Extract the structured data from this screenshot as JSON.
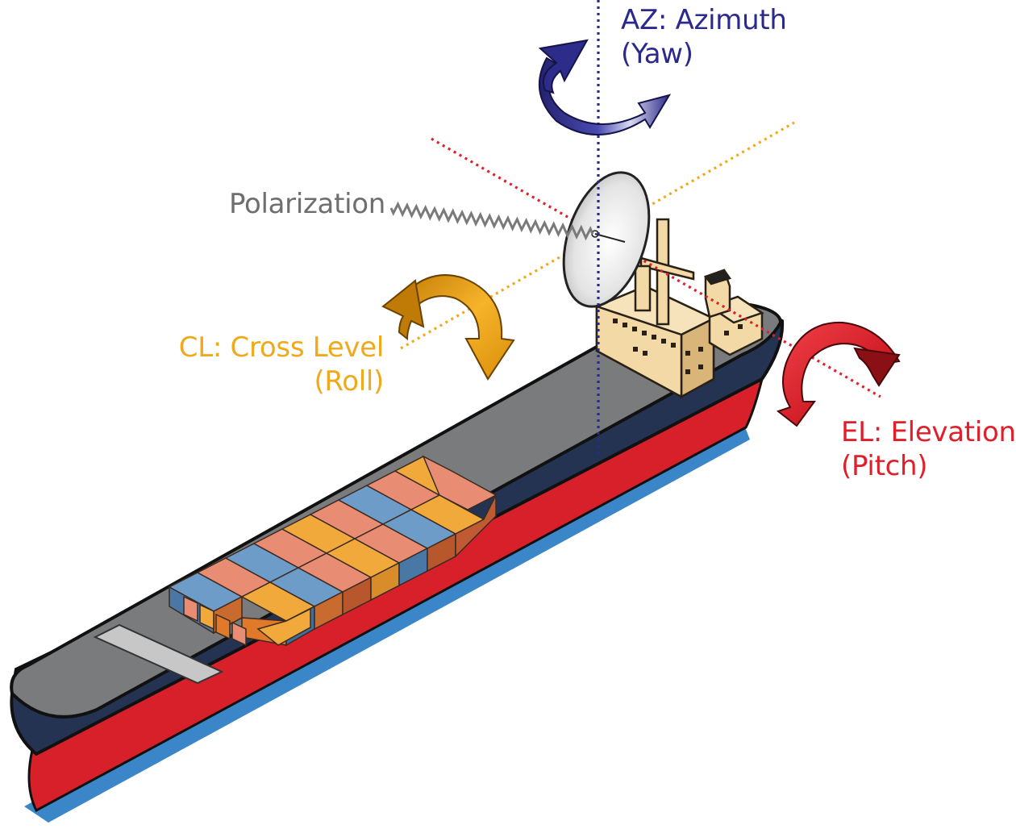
{
  "labels": {
    "azimuth": {
      "line1": "AZ: Azimuth",
      "line2": "(Yaw)"
    },
    "polarization": "Polarization",
    "cross_level": {
      "line1": "CL: Cross Level",
      "line2": "(Roll)"
    },
    "elevation": {
      "line1": "EL:  Elevation",
      "line2": "(Pitch)"
    }
  },
  "colors": {
    "azimuth": "#2b2a8c",
    "cross_level": "#f0a91a",
    "elevation": "#e01f2b",
    "polarization": "#6e6e6e",
    "hull_top": "#243352",
    "hull_stripe": "#d8202a",
    "waterline": "#3b86c8",
    "deck": "#7a7b7d",
    "superstructure": "#f3d9a6"
  },
  "icons": {
    "azimuth_arrow": "curved-rotation-arrow-icon",
    "cross_level_arrow": "curved-rotation-arrow-icon",
    "elevation_arrow": "curved-rotation-arrow-icon",
    "antenna": "satellite-dish-icon"
  }
}
